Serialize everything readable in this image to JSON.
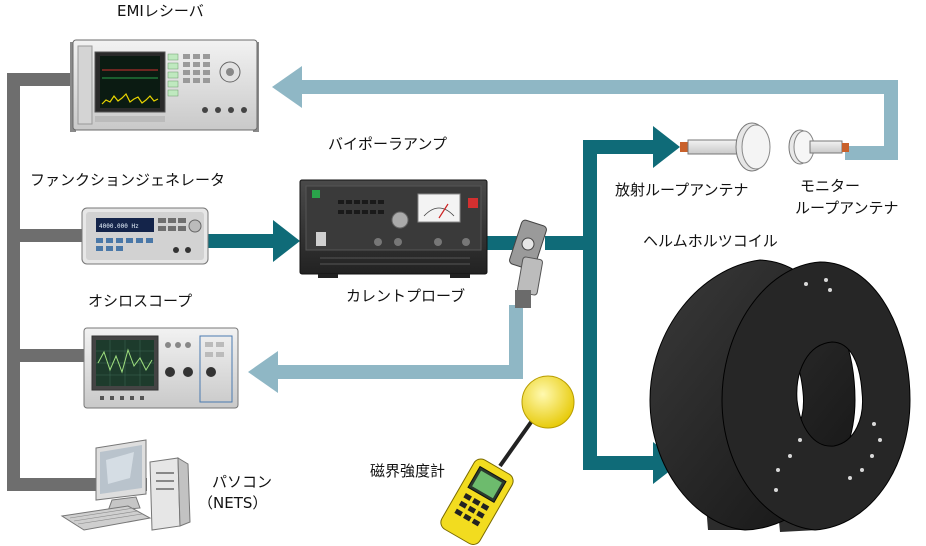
{
  "labels": {
    "emi_receiver": "EMIレシーバ",
    "function_generator": "ファンクションジェネレータ",
    "bipolar_amp": "バイポーラアンプ",
    "current_probe": "カレントプローブ",
    "oscilloscope": "オシロスコープ",
    "pc_line1": "パソコン",
    "pc_line2": "（NETS）",
    "radiating_loop": "放射ループアンテナ",
    "monitor_line1": "モニター",
    "monitor_line2": "ループアンテナ",
    "helmholtz_coil": "ヘルムホルツコイル",
    "magnetometer": "磁界強度計"
  },
  "screens": {
    "fg_readout": "4000.000 Hz"
  },
  "colors": {
    "control_bus": "#6e6e6e",
    "feed_path": "#0f6b78",
    "return_path": "#8fb7c5"
  }
}
